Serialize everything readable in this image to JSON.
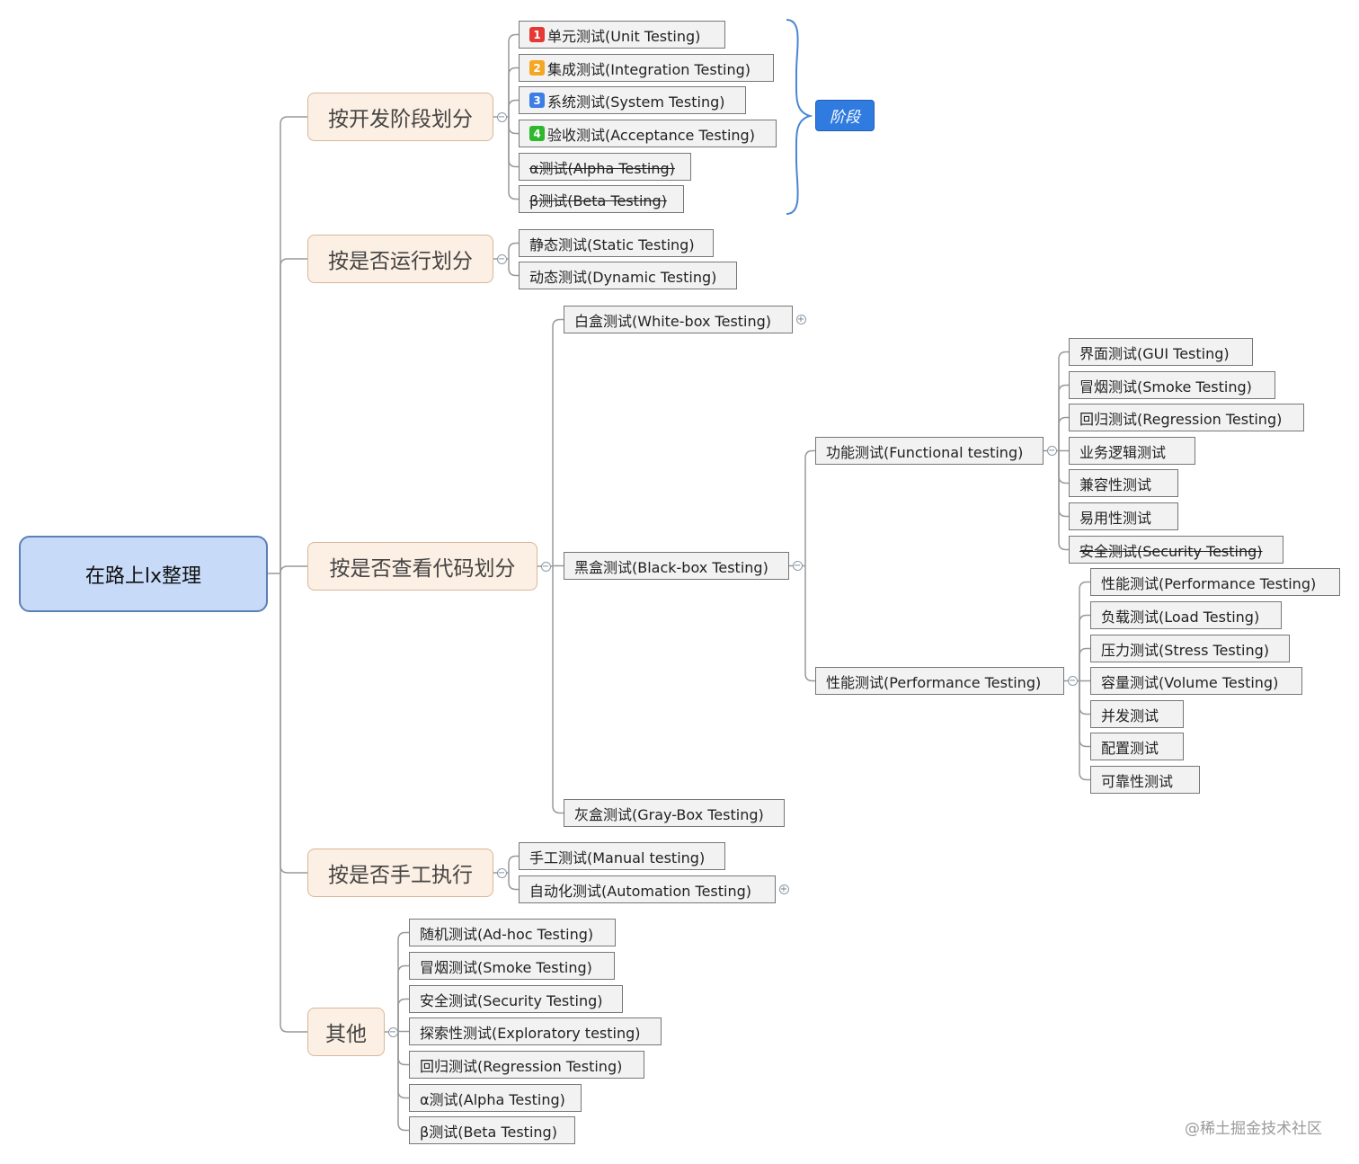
{
  "root": "在路上lx整理",
  "stage_label": "阶段",
  "watermark": "@稀土掘金技术社区",
  "colors": {
    "root_bg": "#c7dbf8",
    "l1_bg": "#fcefe3",
    "leaf_bg": "#f2f2f2",
    "line": "#999999",
    "stage_label": "#2f7be0"
  },
  "branches": [
    {
      "label": "按开发阶段划分",
      "children": [
        {
          "badge": "1",
          "badge_color": "#e53935",
          "text": "单元测试(Unit Testing)"
        },
        {
          "badge": "2",
          "badge_color": "#f5a623",
          "text": "集成测试(Integration Testing)"
        },
        {
          "badge": "3",
          "badge_color": "#3d7ee6",
          "text": "系统测试(System Testing)"
        },
        {
          "badge": "4",
          "badge_color": "#2eb82e",
          "text": "验收测试(Acceptance Testing)"
        },
        {
          "text": "α测试(Alpha Testing)",
          "strikethrough": true
        },
        {
          "text": "β测试(Beta Testing)",
          "strikethrough": true
        }
      ]
    },
    {
      "label": "按是否运行划分",
      "children": [
        {
          "text": "静态测试(Static Testing)"
        },
        {
          "text": "动态测试(Dynamic Testing)"
        }
      ]
    },
    {
      "label": "按是否查看代码划分",
      "children": [
        {
          "text": "白盒测试(White-box Testing)",
          "collapsed": true
        },
        {
          "text": "黑盒测试(Black-box Testing)",
          "children": [
            {
              "text": "功能测试(Functional testing)",
              "children": [
                {
                  "text": "界面测试(GUI Testing)"
                },
                {
                  "text": "冒烟测试(Smoke Testing)"
                },
                {
                  "text": "回归测试(Regression Testing)"
                },
                {
                  "text": "业务逻辑测试"
                },
                {
                  "text": "兼容性测试"
                },
                {
                  "text": "易用性测试"
                },
                {
                  "text": "安全测试(Security Testing)",
                  "strikethrough": true
                }
              ]
            },
            {
              "text": "性能测试(Performance Testing)",
              "children": [
                {
                  "text": "性能测试(Performance Testing)"
                },
                {
                  "text": "负载测试(Load Testing)"
                },
                {
                  "text": "压力测试(Stress Testing)"
                },
                {
                  "text": "容量测试(Volume Testing)"
                },
                {
                  "text": "并发测试"
                },
                {
                  "text": "配置测试"
                },
                {
                  "text": "可靠性测试"
                }
              ]
            }
          ]
        },
        {
          "text": "灰盒测试(Gray-Box Testing)"
        }
      ]
    },
    {
      "label": "按是否手工执行",
      "children": [
        {
          "text": "手工测试(Manual testing)"
        },
        {
          "text": "自动化测试(Automation Testing)",
          "collapsed": true
        }
      ]
    },
    {
      "label": "其他",
      "children": [
        {
          "text": "随机测试(Ad-hoc Testing)"
        },
        {
          "text": "冒烟测试(Smoke Testing)"
        },
        {
          "text": "安全测试(Security Testing)"
        },
        {
          "text": "探索性测试(Exploratory testing)"
        },
        {
          "text": "回归测试(Regression Testing)"
        },
        {
          "text": "α测试(Alpha Testing)"
        },
        {
          "text": "β测试(Beta Testing)"
        }
      ]
    }
  ]
}
